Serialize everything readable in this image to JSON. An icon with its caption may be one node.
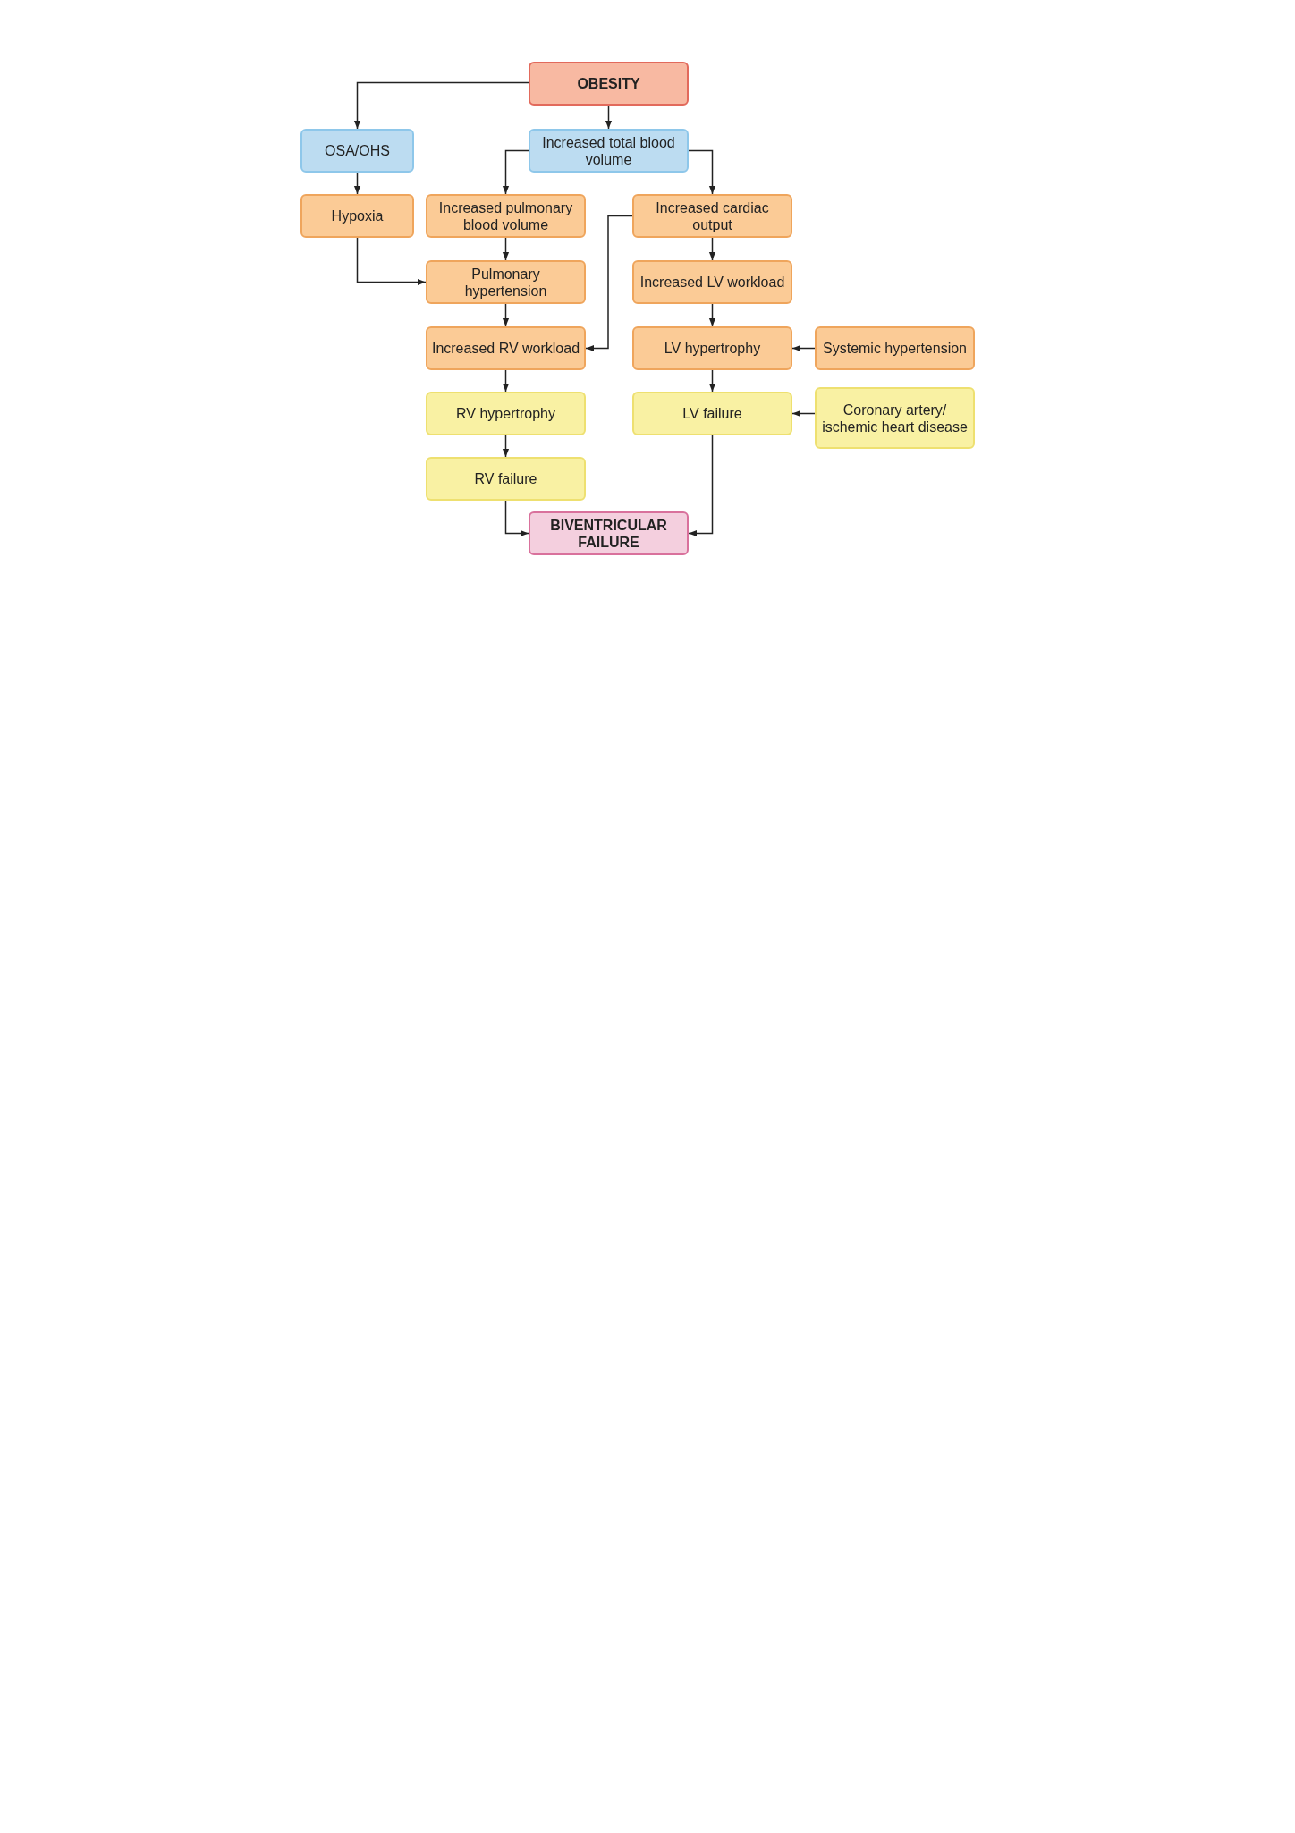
{
  "diagram": {
    "nodes": [
      {
        "text": [
          "OBESITY"
        ]
      },
      {
        "text": [
          "OSA/OHS"
        ]
      },
      {
        "text": [
          "Increased total blood volume"
        ]
      },
      {
        "text": [
          "Hypoxia"
        ]
      },
      {
        "text": [
          "Increased pulmonary blood volume"
        ]
      },
      {
        "text": [
          "Increased cardiac output"
        ]
      },
      {
        "text": [
          "Pulmonary hypertension"
        ]
      },
      {
        "text": [
          "Increased LV workload"
        ]
      },
      {
        "text": [
          "Increased RV workload"
        ]
      },
      {
        "text": [
          "LV hypertrophy"
        ]
      },
      {
        "text": [
          "Systemic hypertension"
        ]
      },
      {
        "text": [
          "RV hypertrophy"
        ]
      },
      {
        "text": [
          "LV failure"
        ]
      },
      {
        "text": [
          "Coronary artery/ ischemic heart disease"
        ]
      },
      {
        "text": [
          "RV failure"
        ]
      },
      {
        "text": [
          "BIVENTRICULAR FAILURE"
        ]
      }
    ],
    "edges": [
      {
        "from": 0,
        "to": 1,
        "arrow": "to"
      },
      {
        "from": 0,
        "to": 2,
        "arrow": "to"
      },
      {
        "from": 2,
        "to": 4,
        "arrow": "to"
      },
      {
        "from": 2,
        "to": 5,
        "arrow": "to"
      },
      {
        "from": 1,
        "to": 3,
        "arrow": "to"
      },
      {
        "from": 3,
        "to": 6,
        "arrow": "to"
      },
      {
        "from": 4,
        "to": 6,
        "arrow": "to"
      },
      {
        "from": 5,
        "to": 8,
        "arrow": "to"
      },
      {
        "from": 5,
        "to": 7,
        "arrow": "to"
      },
      {
        "from": 6,
        "to": 8,
        "arrow": "to"
      },
      {
        "from": 7,
        "to": 9,
        "arrow": "to"
      },
      {
        "from": 10,
        "to": 9,
        "arrow": "to"
      },
      {
        "from": 8,
        "to": 11,
        "arrow": "to"
      },
      {
        "from": 9,
        "to": 12,
        "arrow": "to"
      },
      {
        "from": 13,
        "to": 12,
        "arrow": "to"
      },
      {
        "from": 11,
        "to": 14,
        "arrow": "to"
      },
      {
        "from": 14,
        "to": 15,
        "arrow": "to"
      },
      {
        "from": 12,
        "to": 15,
        "arrow": "to"
      }
    ]
  }
}
